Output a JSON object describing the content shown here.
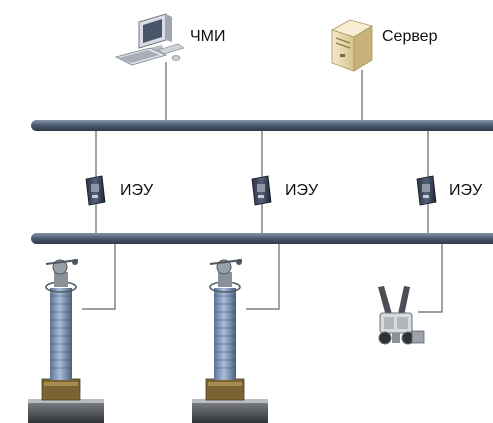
{
  "diagram": {
    "nodes": {
      "hmi": {
        "label": "ЧМИ",
        "icon": "desktop-computer-icon"
      },
      "server": {
        "label": "Сервер",
        "icon": "server-tower-icon"
      },
      "ied_1": {
        "label": "ИЭУ",
        "icon": "ied-device-icon"
      },
      "ied_2": {
        "label": "ИЭУ",
        "icon": "ied-device-icon"
      },
      "ied_3": {
        "label": "ИЭУ",
        "icon": "ied-device-icon"
      },
      "equipment_1": {
        "icon": "current-transformer-icon"
      },
      "equipment_2": {
        "icon": "current-transformer-icon"
      },
      "equipment_3": {
        "icon": "disconnector-switch-icon"
      }
    },
    "buses": [
      "station-bus",
      "process-bus"
    ],
    "colors": {
      "bus": "#4b5a6e",
      "bus_highlight": "#8494ab",
      "line": "#666666",
      "insulator": "#7d96b8"
    }
  }
}
